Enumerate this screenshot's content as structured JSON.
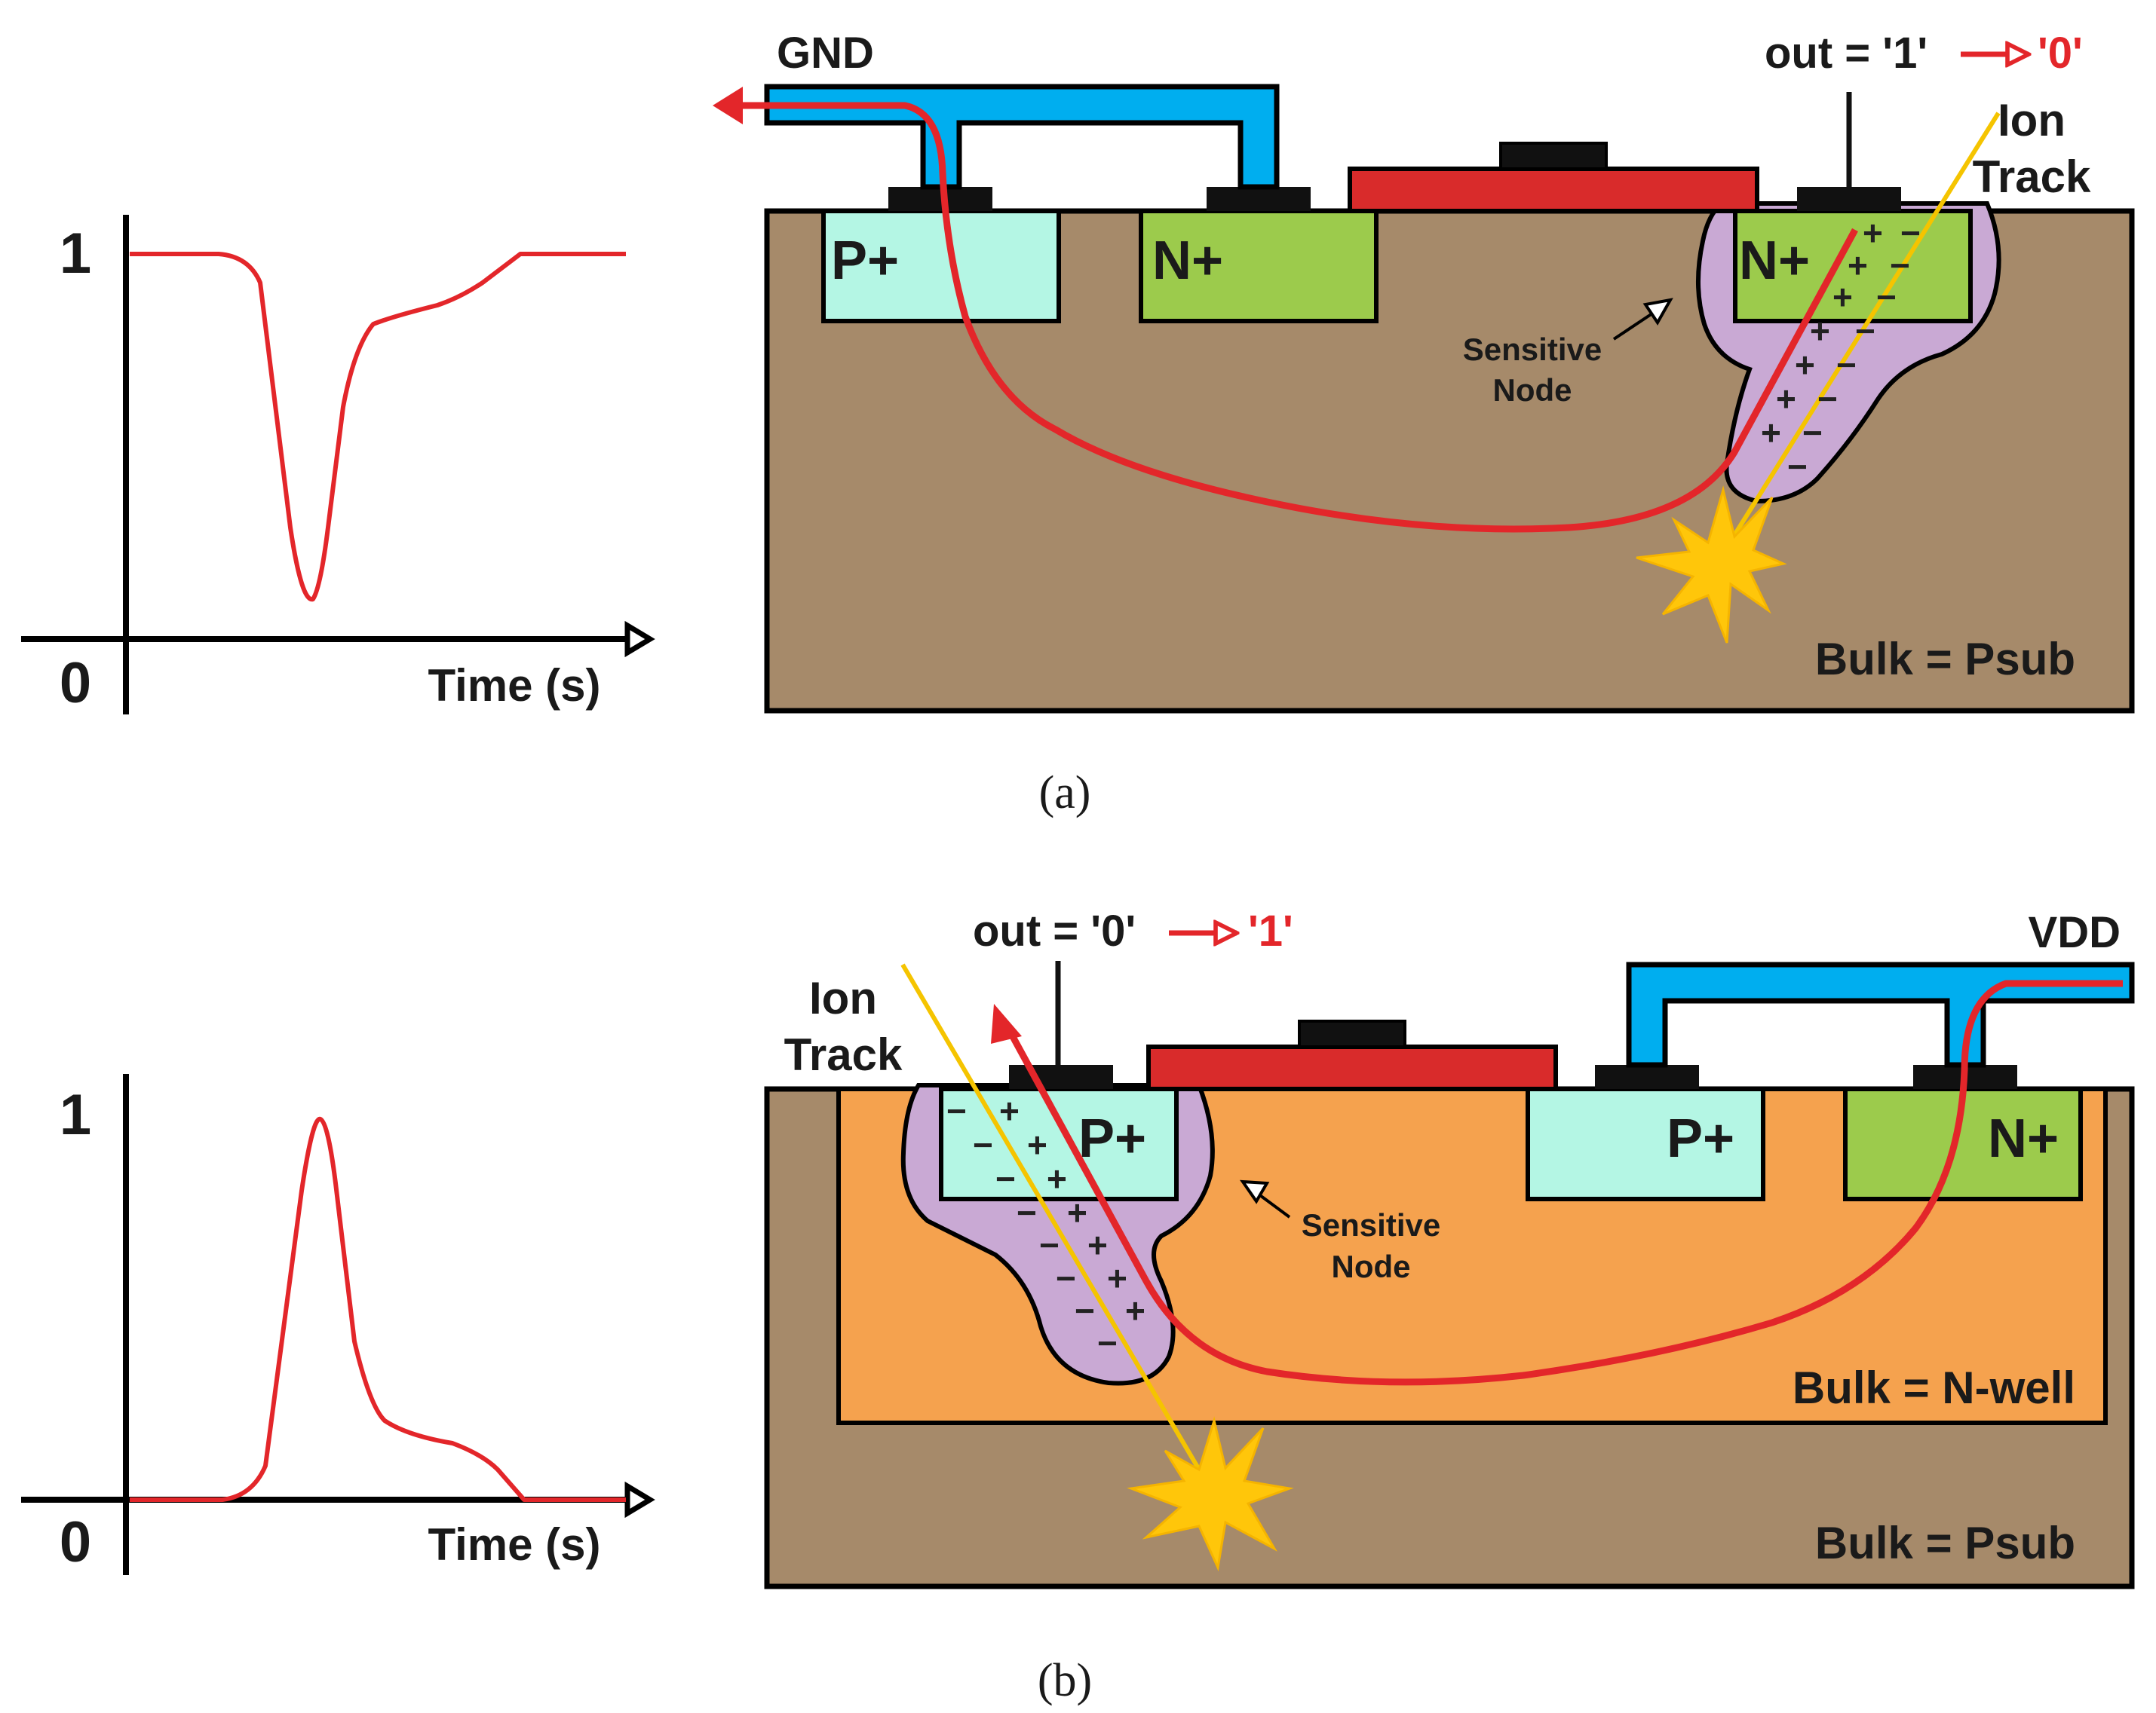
{
  "panel_a": {
    "caption": "(a)",
    "plot": {
      "y_high_label": "1",
      "y_low_label": "0",
      "x_label": "Time (s)",
      "waveform": "dip from 1 toward 0 and recovery"
    },
    "labels": {
      "gnd": "GND",
      "out_prefix": "out = '1'",
      "out_new": "'0'",
      "ion_track_1": "Ion",
      "ion_track_2": "Track",
      "p_plus": "P+",
      "n_plus_1": "N+",
      "n_plus_2": "N+",
      "sensitive_1": "Sensitive",
      "sensitive_2": "Node",
      "bulk": "Bulk = Psub"
    }
  },
  "panel_b": {
    "caption": "(b)",
    "plot": {
      "y_high_label": "1",
      "y_low_label": "0",
      "x_label": "Time (s)",
      "waveform": "pulse from 0 toward 1 and return"
    },
    "labels": {
      "vdd": "VDD",
      "out_prefix": "out = '0'",
      "out_new": "'1'",
      "ion_track_1": "Ion",
      "ion_track_2": "Track",
      "p_plus_1": "P+",
      "p_plus_2": "P+",
      "n_plus": "N+",
      "sensitive_1": "Sensitive",
      "sensitive_2": "Node",
      "bulk_well": "Bulk  = N-well",
      "bulk_sub": "Bulk = Psub"
    }
  },
  "colors": {
    "substrate": "#A68A6A",
    "nwell": "#F5A24E",
    "p_plus": "#B4F6E4",
    "n_plus": "#9CCB4C",
    "metal": "#00AEEF",
    "gate": "#D92B2B",
    "depletion": "#C9A9D4",
    "current": "#E3262A",
    "ion_track": "#F5C400",
    "strike": "#FFC60A"
  }
}
